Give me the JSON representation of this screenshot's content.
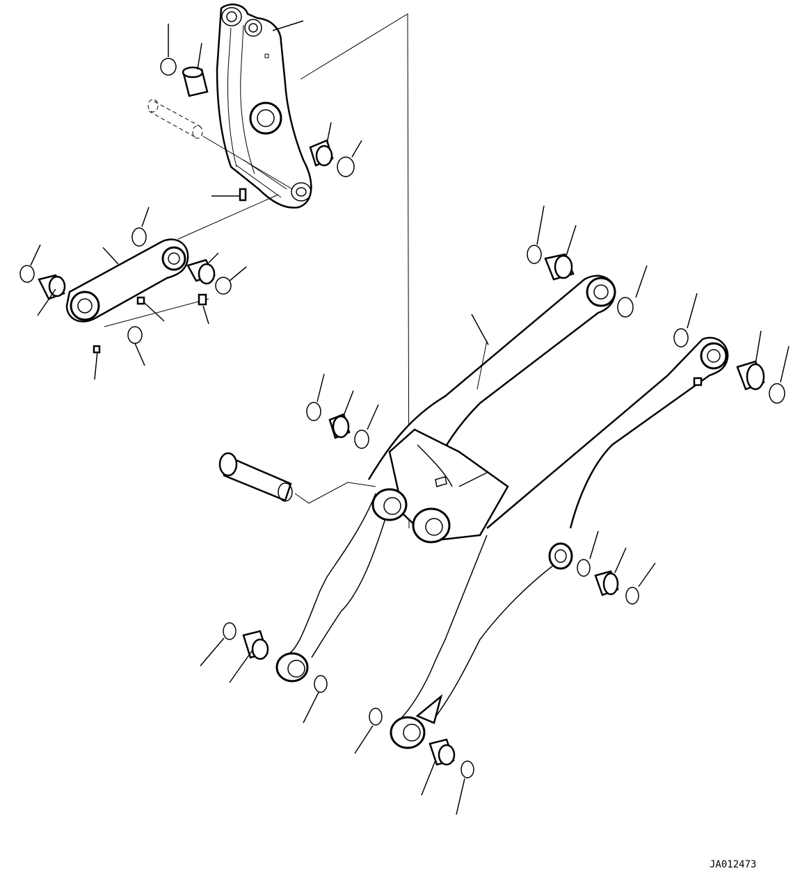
{
  "drawing": {
    "reference_code": "JA012473",
    "line_color": "#000000",
    "background_color": "#ffffff"
  },
  "parts": [
    {
      "name": "bellcrank",
      "icon": "bellcrank-icon"
    },
    {
      "name": "link",
      "icon": "link-icon"
    },
    {
      "name": "lift-arm-left",
      "icon": "lift-arm-icon"
    },
    {
      "name": "lift-arm-right",
      "icon": "lift-arm-icon"
    },
    {
      "name": "pivot-pin",
      "icon": "pin-icon"
    },
    {
      "name": "bellcrank-pin",
      "icon": "pin-icon"
    },
    {
      "name": "grease-fitting",
      "icon": "grease-fitting-icon"
    },
    {
      "name": "bushing",
      "icon": "bushing-icon"
    },
    {
      "name": "seal-ring",
      "icon": "o-ring-icon"
    }
  ]
}
